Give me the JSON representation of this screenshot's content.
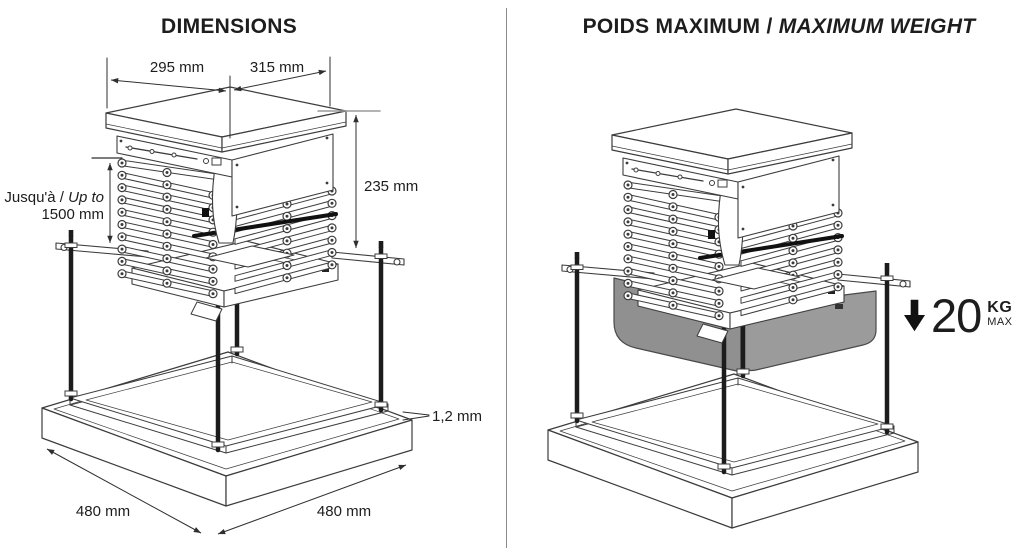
{
  "left_panel": {
    "title": "DIMENSIONS",
    "dimensions": {
      "top_width_left": "295 mm",
      "top_width_right": "315 mm",
      "housing_height": "235 mm",
      "drop_label_fr": "Jusqu'à /",
      "drop_label_en": "Up to",
      "drop_value": "1500 mm",
      "trim_thickness": "1,2 mm",
      "base_width_left": "480 mm",
      "base_width_right": "480 mm"
    }
  },
  "right_panel": {
    "title_fr": "POIDS MAXIMUM /",
    "title_en": "MAXIMUM WEIGHT",
    "weight": {
      "value": "20",
      "unit": "KG",
      "qualifier": "MAX"
    }
  },
  "colors": {
    "background": "#ffffff",
    "ink": "#1d1d1d",
    "line": "#3c3c3c",
    "rod": "#1c1c1c",
    "black_bar": "#111111",
    "dim_line": "#2f2f2f",
    "dim_tick_gray": "#9a9a9a",
    "divider": "#8a8a8a",
    "projector_left_face": "#909090",
    "projector_right_face": "#9b9b9b",
    "projector_outline": "#4a4a4a"
  }
}
